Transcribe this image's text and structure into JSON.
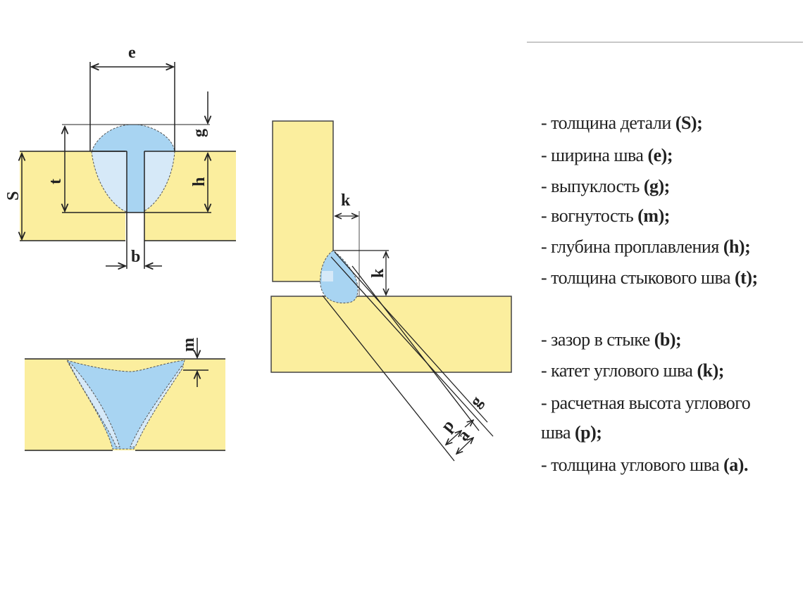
{
  "colors": {
    "metal": "#fbee9e",
    "weld": "#a8d4f2",
    "weld_light": "#d6e9f8",
    "line": "#222222"
  },
  "butt_joint": {
    "labels": {
      "e": "e",
      "g": "g",
      "t": "t",
      "h": "h",
      "S": "S",
      "b": "b"
    }
  },
  "concave_joint": {
    "labels": {
      "m": "m"
    }
  },
  "fillet_joint": {
    "labels": {
      "k_horizontal": "k",
      "k_vertical": "k",
      "p": "p",
      "a": "a",
      "g": "g"
    }
  },
  "legend": [
    {
      "text": "- толщина детали ",
      "sym": "(S);"
    },
    {
      "text": "- ширина шва ",
      "sym": "(e);"
    },
    {
      "text": "- выпуклость ",
      "sym": "(g);"
    },
    {
      "text": "- вогнутость ",
      "sym": "(m);"
    },
    {
      "text": "- глубина проплавления ",
      "sym": "(h);"
    },
    {
      "text": "- толщина стыкового шва ",
      "sym": "(t);"
    },
    {
      "text": "- зазор в стыке ",
      "sym": "(b);"
    },
    {
      "text": "- катет углового шва ",
      "sym": "(k);"
    },
    {
      "text": "- расчетная высота углового",
      "sym": ""
    },
    {
      "text": "шва ",
      "sym": "(p);"
    },
    {
      "text": "- толщина углового шва ",
      "sym": "(a)."
    }
  ]
}
